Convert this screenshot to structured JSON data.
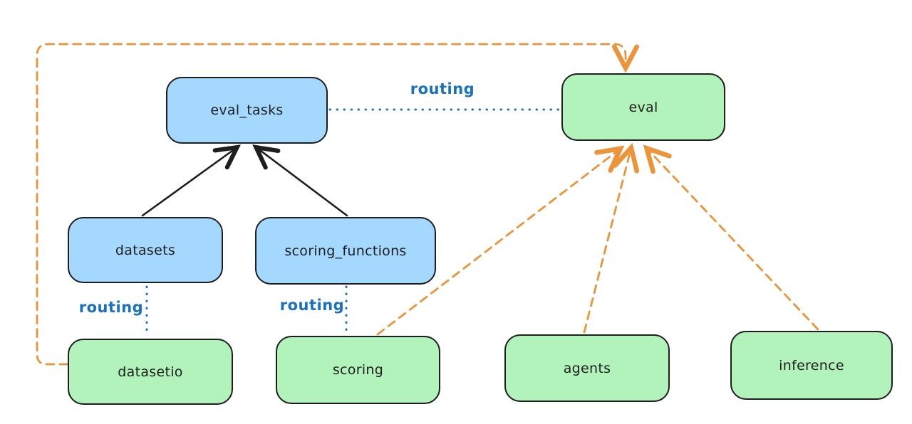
{
  "diagram": {
    "title": "",
    "nodes": {
      "eval_tasks": {
        "label": "eval_tasks",
        "fill": "#a5d8ff",
        "kind": "resource"
      },
      "eval": {
        "label": "eval",
        "fill": "#b2f2bb",
        "kind": "api"
      },
      "datasets": {
        "label": "datasets",
        "fill": "#a5d8ff",
        "kind": "resource"
      },
      "scoring_functions": {
        "label": "scoring_functions",
        "fill": "#a5d8ff",
        "kind": "resource"
      },
      "datasetio": {
        "label": "datasetio",
        "fill": "#b2f2bb",
        "kind": "api"
      },
      "scoring": {
        "label": "scoring",
        "fill": "#b2f2bb",
        "kind": "api"
      },
      "agents": {
        "label": "agents",
        "fill": "#b2f2bb",
        "kind": "api"
      },
      "inference": {
        "label": "inference",
        "fill": "#b2f2bb",
        "kind": "api"
      }
    },
    "edge_labels": {
      "routing_eval_tasks_eval": "routing",
      "routing_datasets_datasetio": "routing",
      "routing_scoring_functions_scoring": "routing"
    },
    "edges": [
      {
        "from": "datasets",
        "to": "eval_tasks",
        "style": "solid",
        "color": "#1e1e1e",
        "arrow": true,
        "label": ""
      },
      {
        "from": "scoring_functions",
        "to": "eval_tasks",
        "style": "solid",
        "color": "#1e1e1e",
        "arrow": true,
        "label": ""
      },
      {
        "from": "eval_tasks",
        "to": "eval",
        "style": "dotted",
        "color": "#1971c2",
        "arrow": false,
        "label": "routing"
      },
      {
        "from": "datasets",
        "to": "datasetio",
        "style": "dotted",
        "color": "#1971c2",
        "arrow": false,
        "label": "routing"
      },
      {
        "from": "scoring_functions",
        "to": "scoring",
        "style": "dotted",
        "color": "#1971c2",
        "arrow": false,
        "label": "routing"
      },
      {
        "from": "datasetio",
        "to": "eval",
        "style": "dashed",
        "color": "#ec9439",
        "arrow": true,
        "label": ""
      },
      {
        "from": "scoring",
        "to": "eval",
        "style": "dashed",
        "color": "#ec9439",
        "arrow": true,
        "label": ""
      },
      {
        "from": "agents",
        "to": "eval",
        "style": "dashed",
        "color": "#ec9439",
        "arrow": true,
        "label": ""
      },
      {
        "from": "inference",
        "to": "eval",
        "style": "dashed",
        "color": "#ec9439",
        "arrow": true,
        "label": ""
      }
    ],
    "colors": {
      "background": "#ffffff",
      "blue_fill": "#a5d8ff",
      "green_fill": "#b2f2bb",
      "node_stroke": "#1e1e1e",
      "routing_blue": "#1971c2",
      "orange_dashed": "#ec9439",
      "black_solid": "#1e1e1e"
    }
  }
}
